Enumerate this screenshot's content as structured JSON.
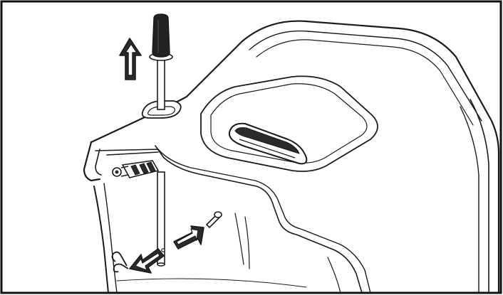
{
  "illustration": {
    "subject": "lid-rod-removal",
    "palette": {
      "ink": "#1a1a1a",
      "paper": "#ffffff",
      "shade": "#2b2b2b",
      "frame": "#111111"
    },
    "arrows": [
      {
        "name": "lift-up-arrow-icon",
        "direction": "up"
      },
      {
        "name": "remove-clip-arrow-icon",
        "direction": "down-left"
      },
      {
        "name": "insert-pin-arrow-icon",
        "direction": "up-right"
      }
    ]
  }
}
